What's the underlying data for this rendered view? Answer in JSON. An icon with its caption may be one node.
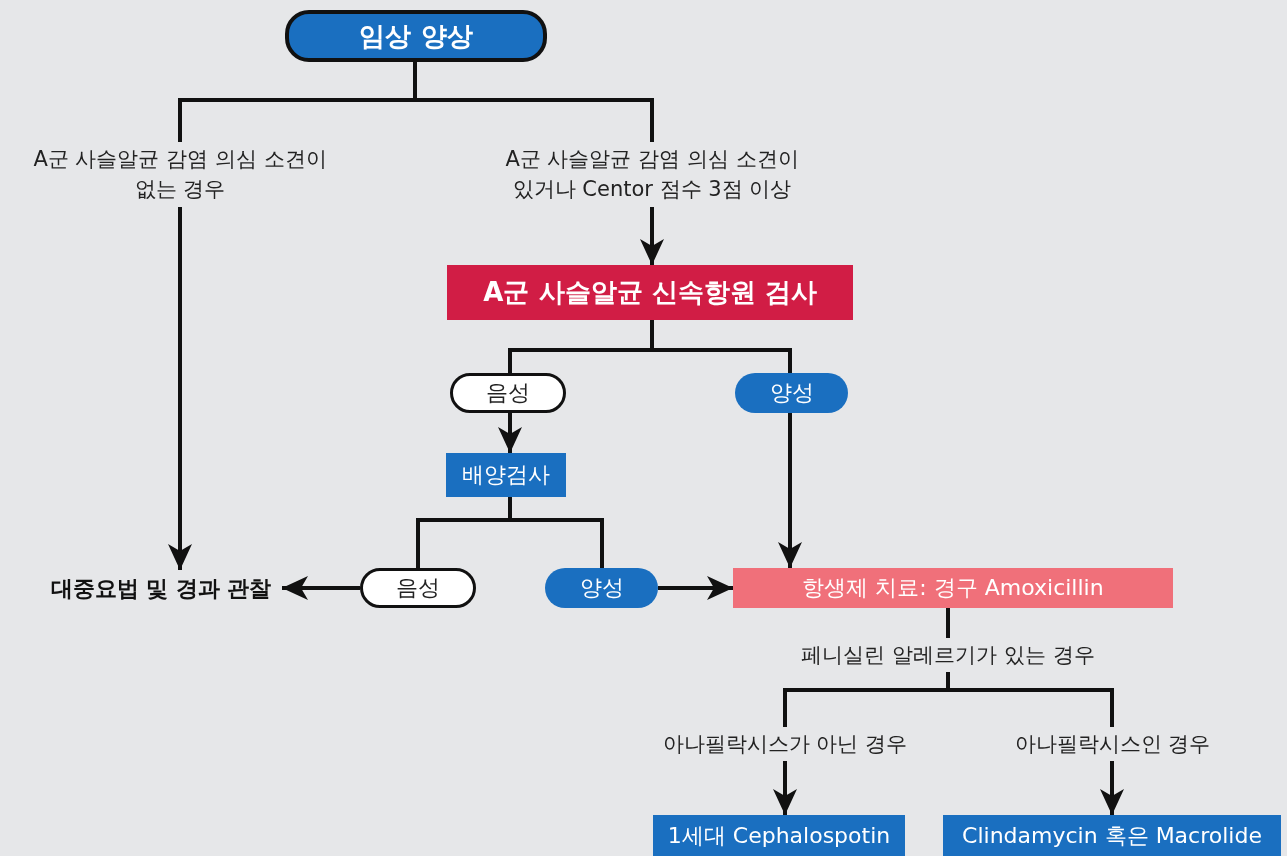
{
  "diagram": {
    "nodes": [
      {
        "text": [
          "임상 양상"
        ]
      },
      {
        "text": [
          "A군 사슬알균 신속항원 검사"
        ]
      },
      {
        "text": [
          "음성"
        ]
      },
      {
        "text": [
          "양성"
        ]
      },
      {
        "text": [
          "배양검사"
        ]
      },
      {
        "text": [
          "음성"
        ]
      },
      {
        "text": [
          "양성"
        ]
      },
      {
        "text": [
          "대중요법 및 경과 관찰"
        ]
      },
      {
        "text": [
          "항생제 치료: 경구 Amoxicillin"
        ]
      },
      {
        "text": [
          "1세대 Cephalospotin"
        ]
      },
      {
        "text": [
          "Clindamycin 혹은 Macrolide"
        ]
      }
    ],
    "edges": [
      {
        "from": 0,
        "to": 7,
        "arrow": "to",
        "label": "A군 사슬알균 감염 의심 소견이 없는 경우"
      },
      {
        "from": 0,
        "to": 1,
        "arrow": "to",
        "label": "A군 사슬알균 감염 의심 소견이 있거나 Centor 점수 3점 이상"
      },
      {
        "from": 1,
        "to": 2,
        "arrow": "none"
      },
      {
        "from": 1,
        "to": 3,
        "arrow": "none"
      },
      {
        "from": 2,
        "to": 4,
        "arrow": "to"
      },
      {
        "from": 3,
        "to": 8,
        "arrow": "to"
      },
      {
        "from": 4,
        "to": 5,
        "arrow": "none"
      },
      {
        "from": 4,
        "to": 6,
        "arrow": "none"
      },
      {
        "from": 5,
        "to": 7,
        "arrow": "to"
      },
      {
        "from": 6,
        "to": 8,
        "arrow": "to"
      },
      {
        "from": 8,
        "to": 9,
        "arrow": "to",
        "label": "아나필락시스가 아닌 경우"
      },
      {
        "from": 8,
        "to": 10,
        "arrow": "to",
        "label": "아나필락시스인 경우"
      }
    ],
    "labels": [
      "페니실린 알레르기가 있는 경우"
    ]
  }
}
